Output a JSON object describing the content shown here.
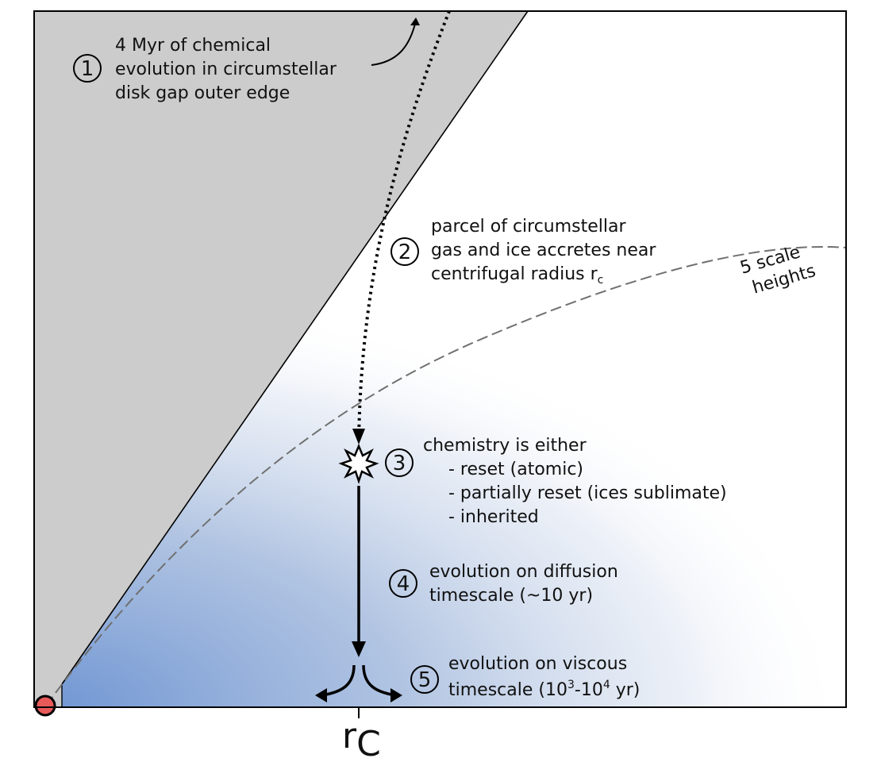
{
  "steps": [
    {
      "number": "1",
      "lines": [
        "4 Myr of chemical",
        "evolution in circumstellar",
        "disk gap outer edge"
      ]
    },
    {
      "number": "2",
      "lines": [
        "parcel of circumstellar",
        "gas and ice accretes near"
      ],
      "line3_text": "centrifugal radius r",
      "line3_sub": "c"
    },
    {
      "number": "3",
      "lines": [
        "chemistry is either",
        "- reset (atomic)",
        "- partially reset (ices sublimate)",
        "- inherited"
      ]
    },
    {
      "number": "4",
      "lines": [
        "evolution on diffusion",
        "timescale (~10 yr)"
      ]
    },
    {
      "number": "5",
      "lines": [
        "evolution on viscous"
      ],
      "line2_pre": "timescale (10",
      "line2_sup1": "3",
      "line2_mid": "-10",
      "line2_sup2": "4",
      "line2_post": " yr)"
    }
  ],
  "scale_height_label": [
    "5 scale",
    "heights"
  ],
  "axis": {
    "tick_main": "r",
    "tick_sub": "C"
  },
  "colors": {
    "gap_fill": "#cccccc",
    "disk_blue": "#7096d3",
    "star": "#e85a5a",
    "dashed_curve": "#707070"
  }
}
